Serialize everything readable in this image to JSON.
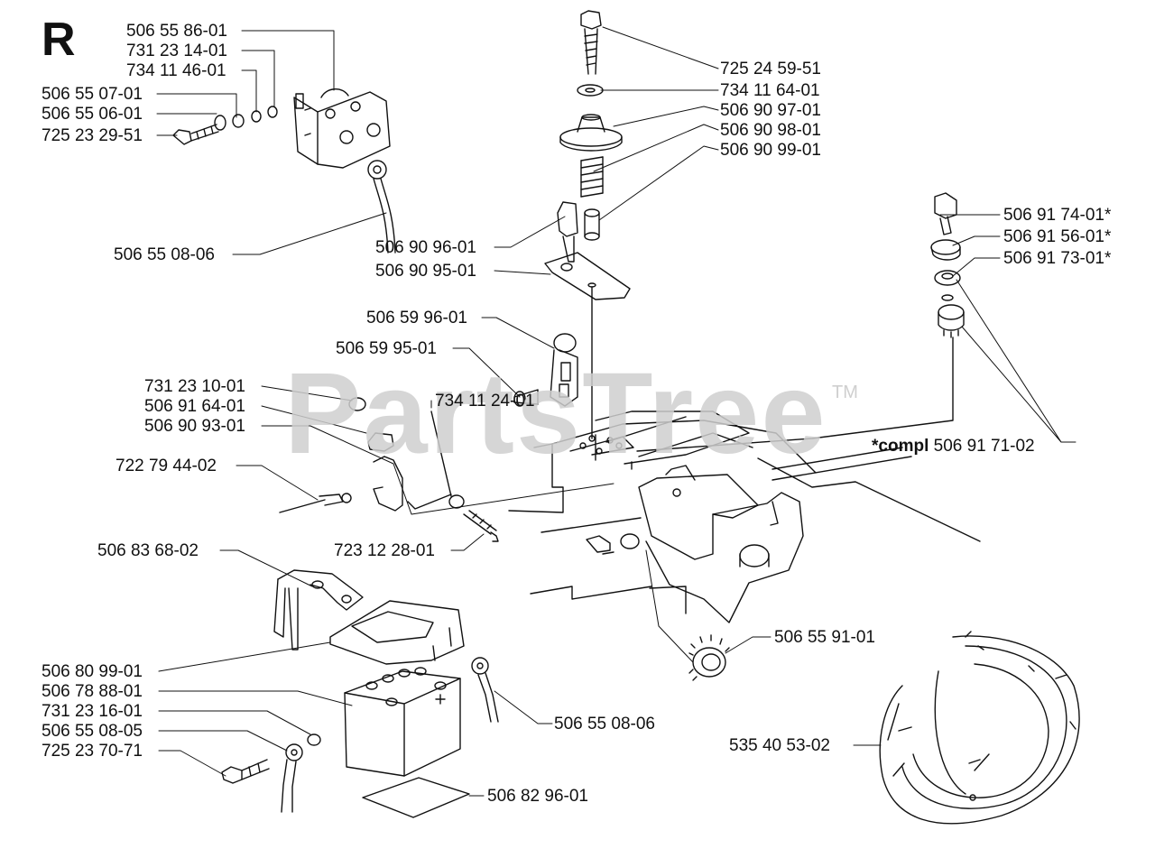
{
  "section": "R",
  "watermark": "PartsTree",
  "trademark": "TM",
  "labels": {
    "p5065586": "506 55 86-01",
    "p7312314": "731 23 14-01",
    "p7341146": "734 11 46-01",
    "p5065507": "506 55 07-01",
    "p5065506": "506 55 06-01",
    "p7252329": "725 23 29-51",
    "p5065508_06a": "506 55 08-06",
    "p7252459": "725 24 59-51",
    "p7341164": "734 11 64-01",
    "p5069097": "506 90 97-01",
    "p5069098": "506 90 98-01",
    "p5069099": "506 90 99-01",
    "p5069096": "506 90 96-01",
    "p5069095": "506 90 95-01",
    "p5065996": "506 59 96-01",
    "p5065995": "506 59 95-01",
    "p7312310": "731 23 10-01",
    "p5069164": "506 91 64-01",
    "p5069093": "506 90 93-01",
    "p7341124": "734 11 24-01",
    "p7227944": "722 79 44-02",
    "p7231228": "723 12 28-01",
    "p5069174": "506 91 74-01*",
    "p5069156": "506 91 56-01*",
    "p5069173": "506 91 73-01*",
    "compl_prefix": "*compl",
    "p5069171": "506 91 71-02",
    "p5068368": "506 83 68-02",
    "p5068099": "506 80 99-01",
    "p5067888": "506 78 88-01",
    "p7312316": "731 23 16-01",
    "p5065508_05": "506 55 08-05",
    "p7252370": "725 23 70-71",
    "p5065508_06b": "506 55 08-06",
    "p5068296": "506 82 96-01",
    "p5065591": "506 55 91-01",
    "p5354053": "535 40 53-02"
  }
}
